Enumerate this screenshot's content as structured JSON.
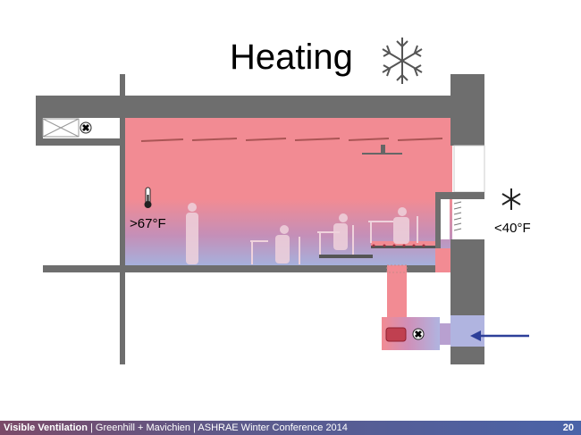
{
  "slide": {
    "title": "Heating",
    "page_number": "20"
  },
  "labels": {
    "indoor_temp": ">67°F",
    "outdoor_temp": "<40°F"
  },
  "icons": {
    "title_icon": "snowflake-icon",
    "outdoor_icon": "snowflake-icon",
    "indoor_icon": "thermometer-icon",
    "fan_icons": [
      "fan-icon",
      "fan-icon"
    ],
    "intake_arrow": "arrow-left-icon"
  },
  "footer": {
    "project": "Visible Ventilation",
    "separator": " | ",
    "authors": "Greenhill + Mavichien",
    "event": "ASHRAE Winter Conference 2014"
  },
  "colors": {
    "warm": "#f28b93",
    "cool": "#a6b0dc",
    "wall": "#6e6e6e",
    "arrow": "#2d3f99"
  }
}
